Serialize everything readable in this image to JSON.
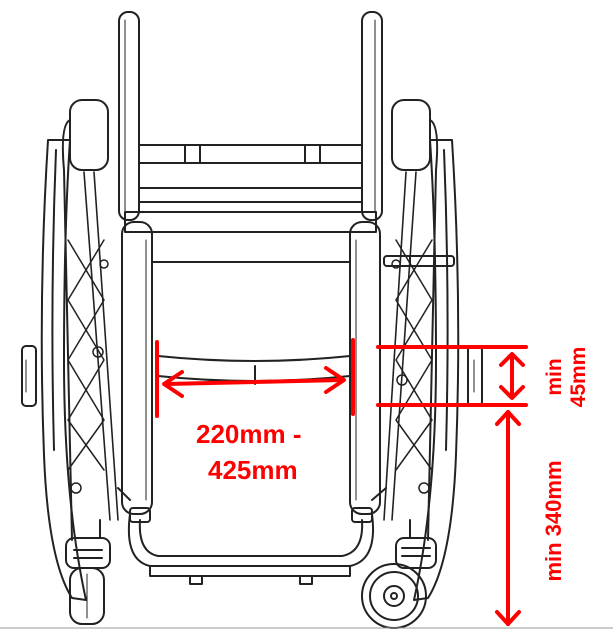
{
  "colors": {
    "line": "#222222",
    "annotation": "#ff0000"
  },
  "labels": {
    "seat_width_1": "220mm -",
    "seat_width_2": "425mm",
    "gap_1": "min",
    "gap_2": "45mm",
    "height": "min 340mm"
  }
}
